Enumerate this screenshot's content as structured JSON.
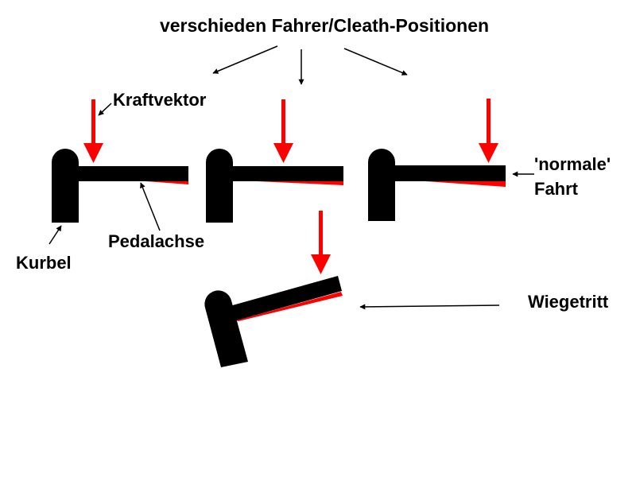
{
  "title": "verschieden Fahrer/Cleath-Positionen",
  "labels": {
    "force": "Kraftvektor",
    "crank": "Kurbel",
    "axle": "Pedalachse",
    "normal_line1": "'normale'",
    "normal_line2": "Fahrt",
    "standing": "Wiegetritt"
  },
  "colors": {
    "force_arrow": "#ff0000",
    "deflection": "#ff0000",
    "structure": "#000000",
    "background": "#ffffff"
  },
  "positions": [
    {
      "name": "position-1",
      "note": "force applied near crank"
    },
    {
      "name": "position-2",
      "note": "force applied mid axle"
    },
    {
      "name": "position-3",
      "note": "force applied at axle end"
    },
    {
      "name": "position-standing",
      "note": "tilted crank, force at axle end"
    }
  ]
}
